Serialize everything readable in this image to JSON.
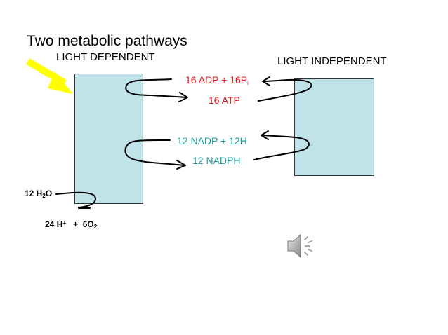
{
  "title": "Two metabolic pathways",
  "labels": {
    "light_dependent": "LIGHT DEPENDENT",
    "light_independent": "LIGHT INDEPENDENT"
  },
  "reactants": {
    "adp": "16 ADP + 16P",
    "adp_sub": "i",
    "atp": "16 ATP",
    "nadp": "12 NADP + 12H",
    "nadph": "12 NADPH"
  },
  "water": {
    "coef": "12 H",
    "sub": "2",
    "o": "O"
  },
  "products": {
    "h": "24 H",
    "h_sup": "+",
    "plus": "+",
    "o2": "6O",
    "o2_sub": "2"
  },
  "colors": {
    "atp_red": "#e8141c",
    "nadph_teal": "#1a9a9a",
    "box_fill": "#bfe3e8",
    "pointer_yellow": "#ffff00"
  },
  "icons": {
    "pointer": "yellow-arrow-icon",
    "audio": "speaker-icon"
  }
}
